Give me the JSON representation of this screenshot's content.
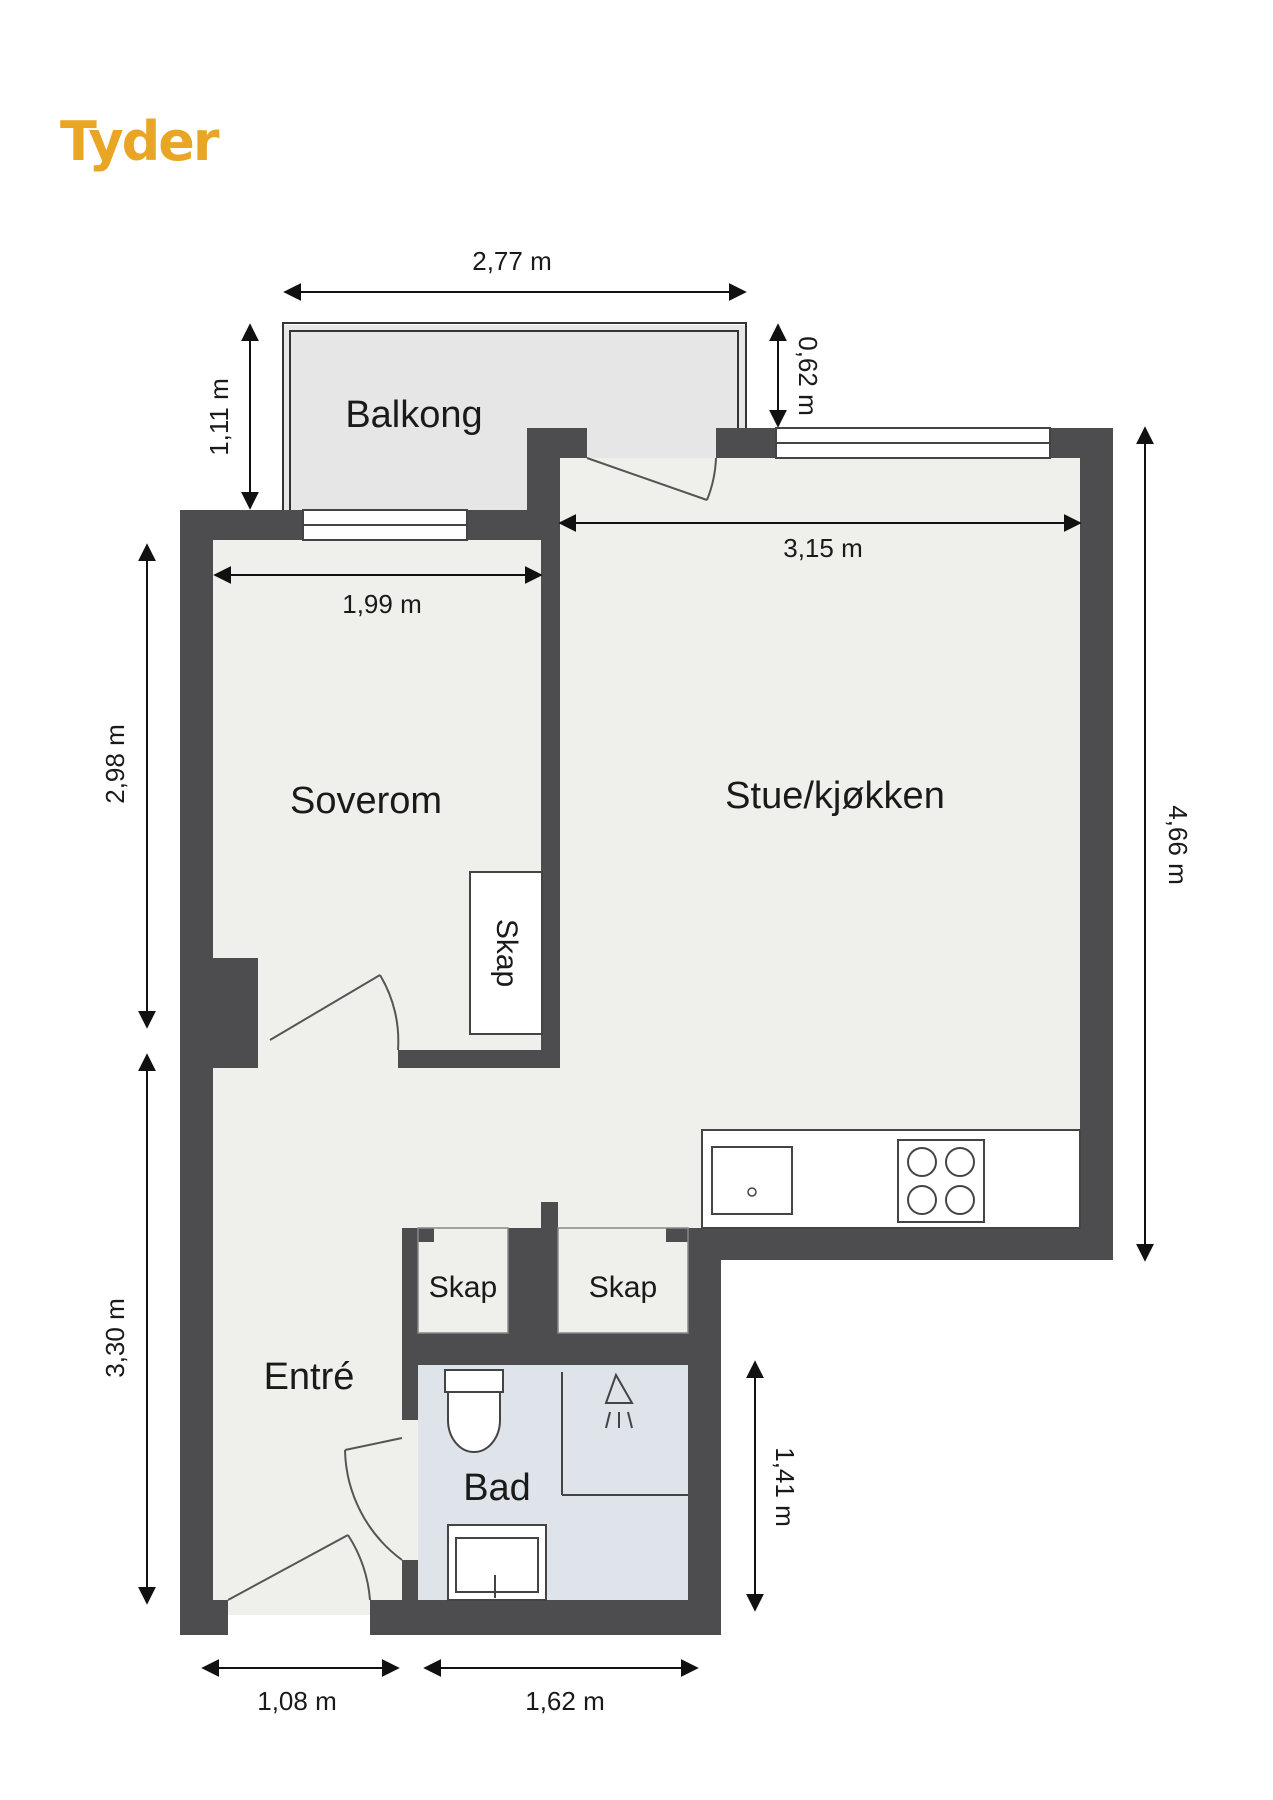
{
  "brand": {
    "logo_text": "Tyder",
    "color": "#e9a524"
  },
  "colors": {
    "wall": "#4d4d4f",
    "floor": "#efefeb",
    "balcony_floor": "#e6e6e6",
    "bathroom_floor": "#dfe3ea"
  },
  "rooms": {
    "balkong": "Balkong",
    "soverom": "Soverom",
    "stue": "Stue/kjøkken",
    "entre": "Entré",
    "bad": "Bad",
    "skap_bedroom": "Skap",
    "skap_hall_1": "Skap",
    "skap_hall_2": "Skap"
  },
  "dimensions": {
    "balcony_width": "2,77 m",
    "balcony_depth": "1,11 m",
    "balcony_step": "0,62 m",
    "living_width": "3,15 m",
    "living_depth": "4,66 m",
    "bedroom_width": "1,99 m",
    "bedroom_depth": "2,98 m",
    "hall_depth": "3,30 m",
    "bath_depth": "1,41 m",
    "hall_width": "1,08 m",
    "bath_width": "1,62 m"
  }
}
